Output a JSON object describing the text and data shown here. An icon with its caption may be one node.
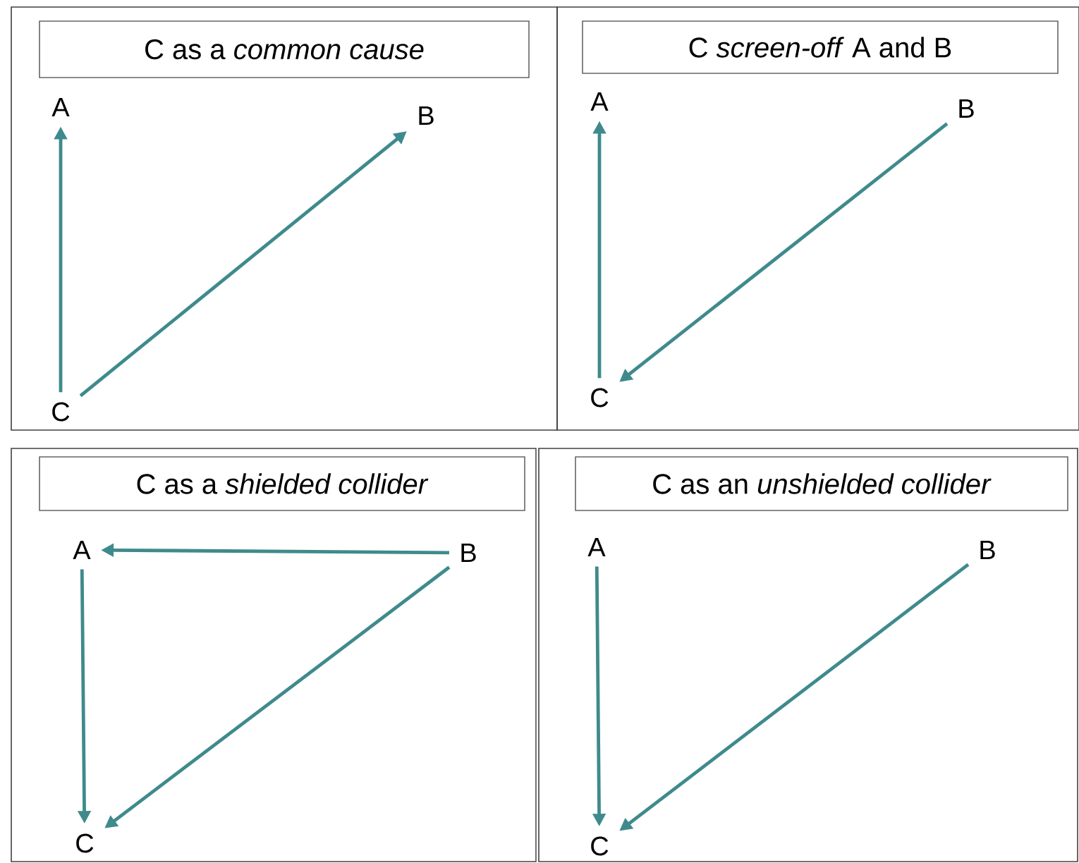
{
  "diagram": {
    "nodes": [
      {
        "text": [],
        "shape": "box"
      },
      {
        "text": [
          "C as a *common cause*"
        ],
        "in": 0
      },
      {
        "text": [
          "A"
        ],
        "in": 0
      },
      {
        "text": [
          "B"
        ],
        "in": 0
      },
      {
        "text": [
          "C"
        ],
        "in": 0
      },
      {
        "text": [],
        "shape": "box"
      },
      {
        "text": [
          "C *screen-off* A and B"
        ],
        "in": 5
      },
      {
        "text": [
          "A"
        ],
        "in": 5
      },
      {
        "text": [
          "B"
        ],
        "in": 5
      },
      {
        "text": [
          "C"
        ],
        "in": 5
      },
      {
        "text": [],
        "shape": "box"
      },
      {
        "text": [
          "C as a *shielded collider*"
        ],
        "in": 10
      },
      {
        "text": [
          "A"
        ],
        "in": 10
      },
      {
        "text": [
          "B"
        ],
        "in": 10
      },
      {
        "text": [
          "C"
        ],
        "in": 10
      },
      {
        "text": [],
        "shape": "box"
      },
      {
        "text": [
          "C as an *unshielded collider*"
        ],
        "in": 15
      },
      {
        "text": [
          "A"
        ],
        "in": 15
      },
      {
        "text": [
          "B"
        ],
        "in": 15
      },
      {
        "text": [
          "C"
        ],
        "in": 15
      }
    ],
    "edges": [
      {
        "from": 4,
        "to": 2,
        "arrow": "to"
      },
      {
        "from": 4,
        "to": 3,
        "arrow": "to"
      },
      {
        "from": 9,
        "to": 7,
        "arrow": "to"
      },
      {
        "from": 8,
        "to": 9,
        "arrow": "to"
      },
      {
        "from": 13,
        "to": 12,
        "arrow": "to"
      },
      {
        "from": 12,
        "to": 14,
        "arrow": "to"
      },
      {
        "from": 13,
        "to": 14,
        "arrow": "to"
      },
      {
        "from": 17,
        "to": 19,
        "arrow": "to"
      },
      {
        "from": 18,
        "to": 19,
        "arrow": "to"
      }
    ]
  }
}
